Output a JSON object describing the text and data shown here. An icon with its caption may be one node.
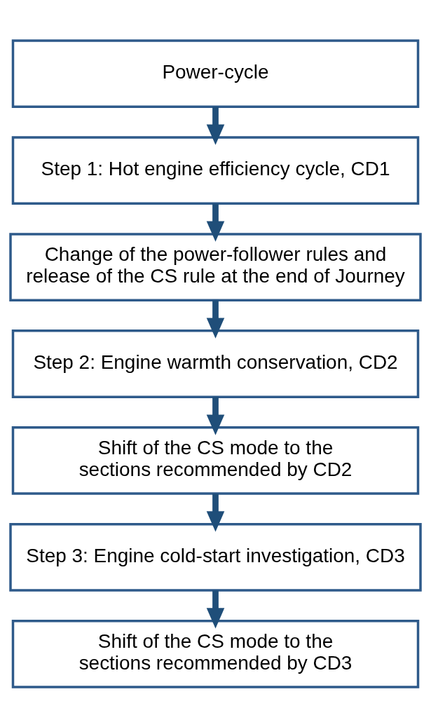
{
  "diagram": {
    "nodes": [
      {
        "text": [
          "Power-cycle"
        ]
      },
      {
        "text": [
          "Step 1: Hot engine efficiency cycle, CD1"
        ]
      },
      {
        "text": [
          "Change of the power-follower rules and release of the CS rule at the end of Journey"
        ]
      },
      {
        "text": [
          "Step 2: Engine warmth conservation, CD2"
        ]
      },
      {
        "text": [
          "Shift of the CS mode to the sections recommended by CD2"
        ]
      },
      {
        "text": [
          "Step 3: Engine cold-start investigation, CD3"
        ]
      },
      {
        "text": [
          "Shift of the CS mode to the sections recommended by CD3"
        ]
      }
    ],
    "edges": [
      {
        "from": 0,
        "to": 1,
        "arrow": "to"
      },
      {
        "from": 1,
        "to": 2,
        "arrow": "to"
      },
      {
        "from": 2,
        "to": 3,
        "arrow": "to"
      },
      {
        "from": 3,
        "to": 4,
        "arrow": "to"
      },
      {
        "from": 4,
        "to": 5,
        "arrow": "to"
      },
      {
        "from": 5,
        "to": 6,
        "arrow": "to"
      }
    ]
  }
}
